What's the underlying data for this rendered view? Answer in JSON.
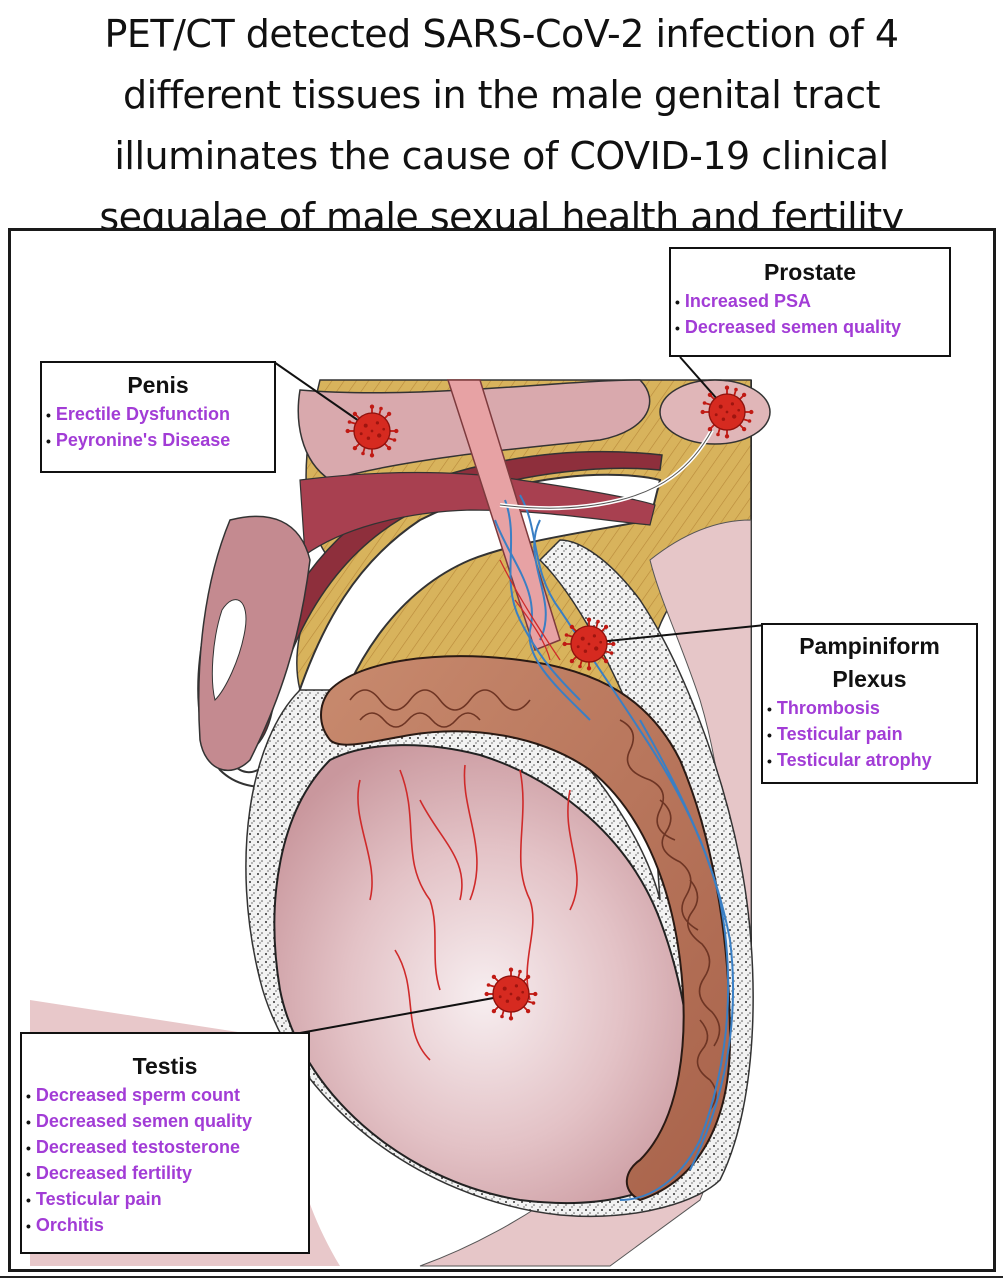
{
  "title": {
    "lines": [
      "PET/CT detected SARS-CoV-2 infection of 4",
      "different tissues in the male genital tract",
      "illuminates the cause of COVID-19 clinical",
      "sequalae of male sexual health and fertility"
    ]
  },
  "callouts": {
    "penis": {
      "heading": "Penis",
      "items": [
        "Erectile Dysfunction",
        "Peyronine's Disease"
      ]
    },
    "prostate": {
      "heading": "Prostate",
      "items": [
        "Increased PSA",
        "Decreased semen quality"
      ]
    },
    "pampiniform": {
      "heading_line1": "Pampiniform",
      "heading_line2": "Plexus",
      "items": [
        "Thrombosis",
        "Testicular pain",
        "Testicular atrophy"
      ]
    },
    "testis": {
      "heading": "Testis",
      "items": [
        "Decreased sperm count",
        "Decreased semen quality",
        "Decreased testosterone",
        "Decreased fertility",
        "Testicular pain",
        "Orchitis"
      ]
    }
  },
  "bullet": "•",
  "colors": {
    "symptom_text": "#a23cd6",
    "virus": "#d0241c",
    "vessel_blue": "#3a7fc4",
    "vessel_red": "#cf2a2a",
    "tissue_gold": "#d9b25a",
    "testis_pink": "#e6c3c6",
    "penis_maroon": "#8e2f3c"
  },
  "icons": {
    "virus": "sars-cov-2-virus-icon"
  }
}
